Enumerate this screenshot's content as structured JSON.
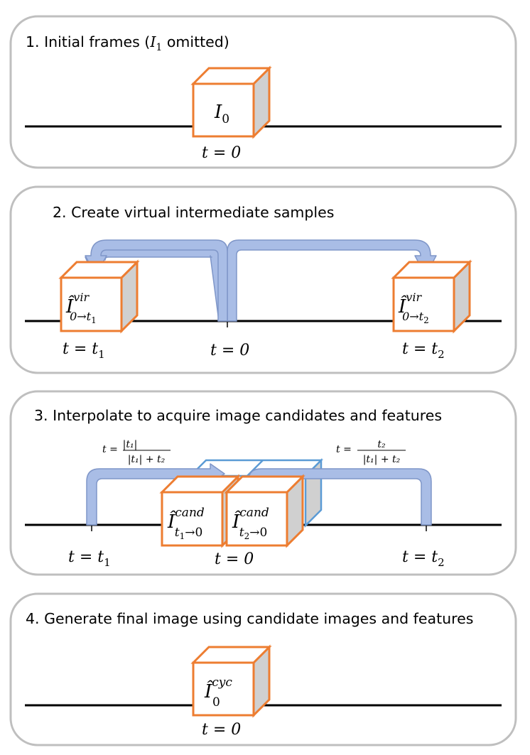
{
  "steps": [
    {
      "title_prefix": "1. Initial  frames (",
      "title_math": "I",
      "title_math_sub": "1",
      "title_suffix": " omitted)",
      "frame_label": {
        "base": "I",
        "sub": "0"
      },
      "time_label": "t = 0"
    },
    {
      "title": "2. Create virtual intermediate samples",
      "left_frame": {
        "base": "Î",
        "sup": "vir",
        "sub": "0→t",
        "subsub": "1"
      },
      "right_frame": {
        "base": "Î",
        "sup": "vir",
        "sub": "0→t",
        "subsub": "2"
      },
      "time_labels": {
        "left": "t = t",
        "left_sub": "1",
        "center": "t = 0",
        "right": "t = t",
        "right_sub": "2"
      }
    },
    {
      "title": "3. Interpolate to acquire image candidates and features",
      "left_frame": {
        "base": "Î",
        "sup": "cand",
        "sub_t": "t",
        "sub_t_sub": "1",
        "sub_rest": "→0"
      },
      "right_frame": {
        "base": "Î",
        "sup": "cand",
        "sub_t": "t",
        "sub_t_sub": "2",
        "sub_rest": "→0"
      },
      "weight_left": {
        "prefix": "t =",
        "numerator": "|t₁|",
        "denominator": "|t₁| + t₂"
      },
      "weight_right": {
        "prefix": "t =",
        "numerator": "t₂",
        "denominator": "|t₁| + t₂"
      },
      "time_labels": {
        "left": "t = t",
        "left_sub": "1",
        "center": "t = 0",
        "right": "t = t",
        "right_sub": "2"
      }
    },
    {
      "title": "4. Generate final image using candidate images and features",
      "frame_label": {
        "base": "Î",
        "sup": "cyc",
        "sub": "0"
      },
      "time_label": "t = 0"
    }
  ],
  "colors": {
    "panel_border": "#bfbfbf",
    "cube_edge": "#ed7d31",
    "cube_side": "#d0d0d0",
    "cube_edge_blue": "#5b9bd5",
    "arrow_fill": "#a9bde6",
    "arrow_stroke": "#7f96c8"
  }
}
